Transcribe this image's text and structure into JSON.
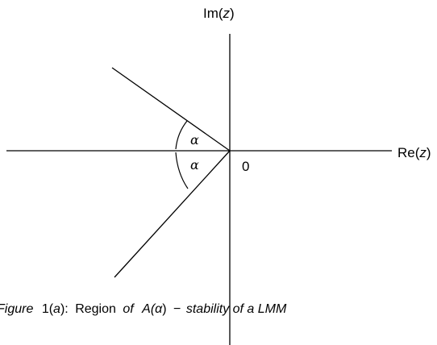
{
  "diagram": {
    "y_axis_label_prefix": "Im(",
    "y_axis_label_var": "z",
    "y_axis_label_suffix": ")",
    "x_axis_label_prefix": "Re(",
    "x_axis_label_var": "z",
    "x_axis_label_suffix": ")",
    "origin_label": "0",
    "angle_label_upper": "α",
    "angle_label_lower": "α"
  },
  "caption": {
    "word_figure": "Figure",
    "number": "1(",
    "part": "a",
    "part_close": "):",
    "region_word1": "Region",
    "region_word2": "of",
    "A": "A(",
    "alpha": "α",
    "A_close": ")",
    "dash": "−",
    "rest": "stability of a LMM"
  }
}
